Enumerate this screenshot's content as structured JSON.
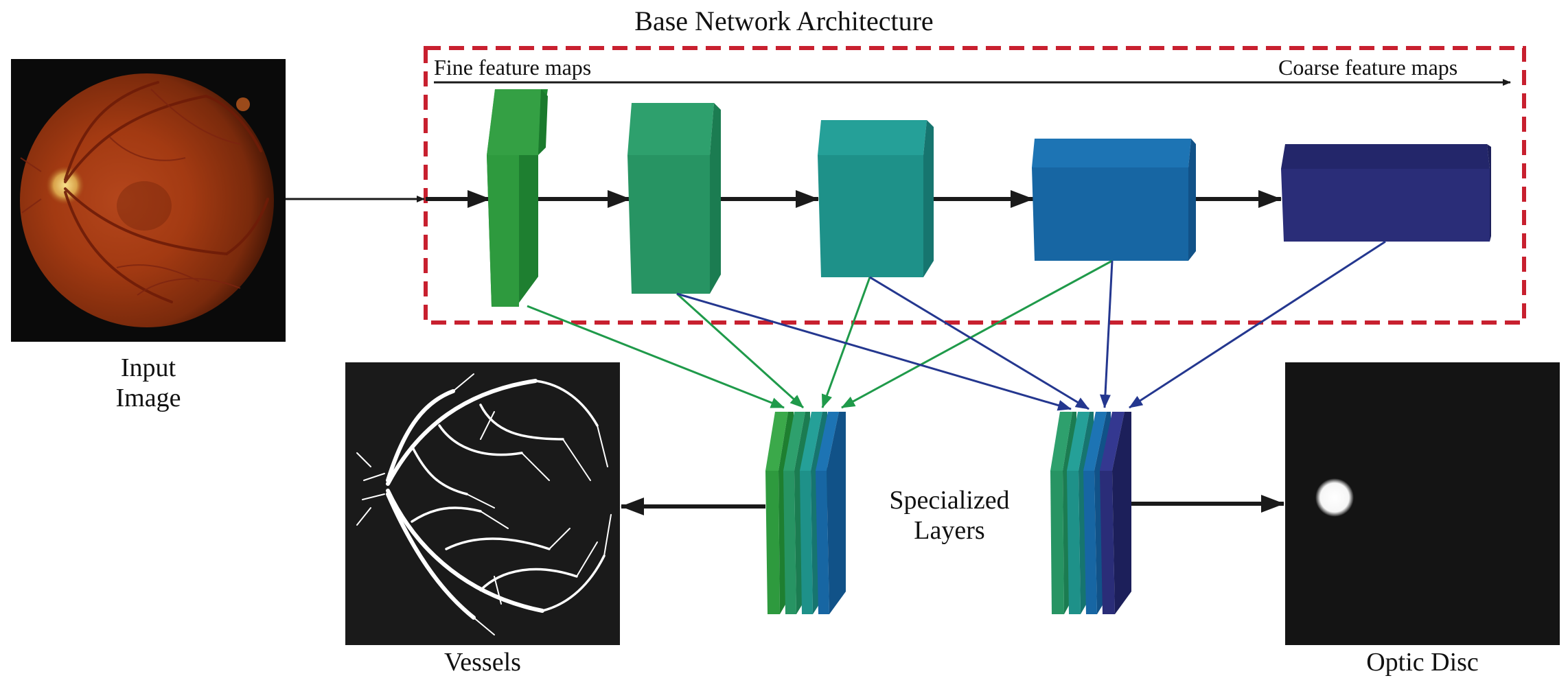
{
  "title": "Base Network Architecture",
  "scale_labels": {
    "fine": "Fine feature maps",
    "coarse": "Coarse feature maps"
  },
  "input_label": {
    "line1": "Input",
    "line2": "Image"
  },
  "specialized_label": {
    "line1": "Specialized",
    "line2": "Layers"
  },
  "output_labels": {
    "vessels": "Vessels",
    "optic_disc": "Optic Disc"
  },
  "colors": {
    "frame": "#c8202f",
    "stage1": "#2e9a3e",
    "stage2": "#279463",
    "stage3": "#1e9189",
    "stage4": "#1766a3",
    "stage5": "#2a2d78",
    "green_arrow": "#1f9a4a",
    "blue_arrow": "#24378f",
    "arrow": "#1a1a1a"
  },
  "stages": [
    {
      "name": "stage-1",
      "color_key": "stage1"
    },
    {
      "name": "stage-2",
      "color_key": "stage2"
    },
    {
      "name": "stage-3",
      "color_key": "stage3"
    },
    {
      "name": "stage-4",
      "color_key": "stage4"
    },
    {
      "name": "stage-5",
      "color_key": "stage5"
    }
  ],
  "branches": [
    {
      "name": "vessel-branch",
      "stage_indices": [
        1,
        2,
        3,
        4
      ],
      "arrow_color_key": "green_arrow"
    },
    {
      "name": "optic-disc-branch",
      "stage_indices": [
        2,
        3,
        4,
        5
      ],
      "arrow_color_key": "blue_arrow"
    }
  ]
}
